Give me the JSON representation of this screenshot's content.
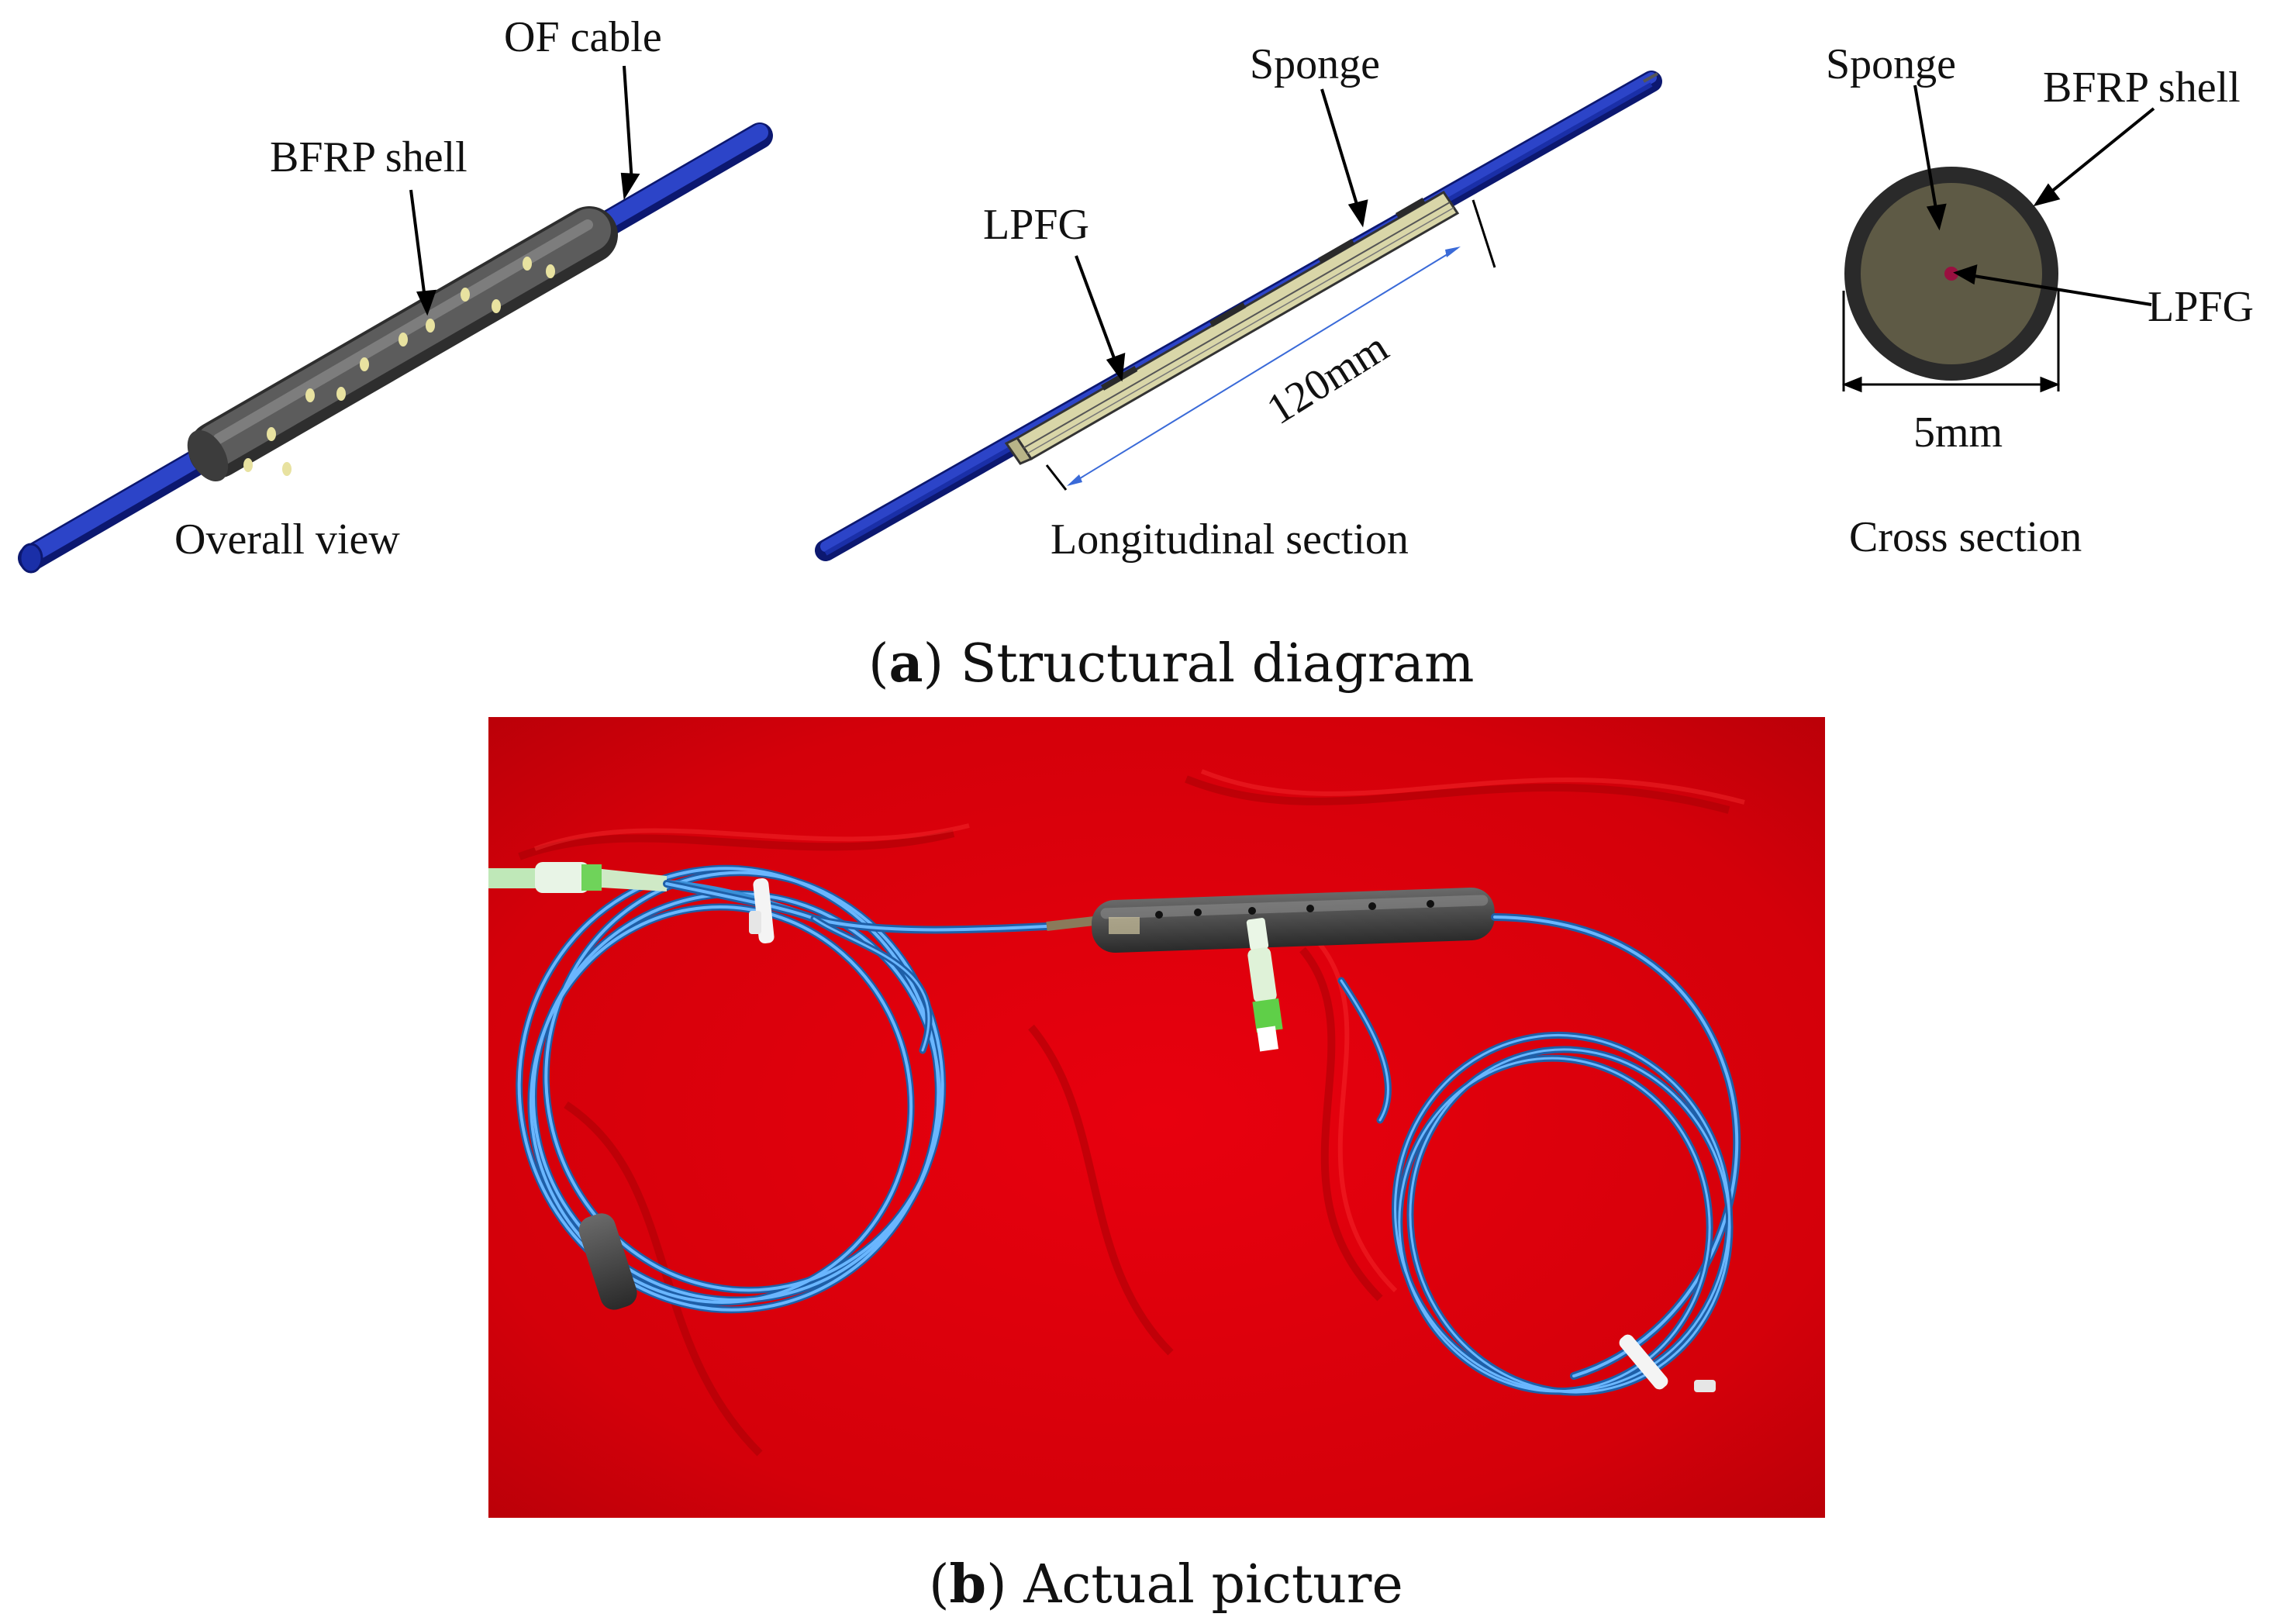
{
  "panel_a": {
    "overall": {
      "label_of_cable": "OF cable",
      "label_shell": "BFRP shell",
      "caption": "Overall view"
    },
    "longitudinal": {
      "label_sponge": "Sponge",
      "label_lpfg": "LPFG",
      "dimension": "120mm",
      "caption": "Longitudinal section"
    },
    "cross": {
      "label_sponge": "Sponge",
      "label_shell": "BFRP shell",
      "label_lpfg": "LPFG",
      "dimension": "5mm",
      "caption": "Cross section"
    },
    "caption_letter": "a",
    "caption_text": "Structural diagram"
  },
  "panel_b": {
    "caption_letter": "b",
    "caption_text": "Actual picture"
  },
  "colors": {
    "cable_blue": "#1a2fa8",
    "shell_gray": "#5a5a5a",
    "sponge": "#d9d6a8",
    "cross_fill": "#5e5a45",
    "photo_red": "#e0000c",
    "fiber_blue": "#3a8fd8"
  }
}
